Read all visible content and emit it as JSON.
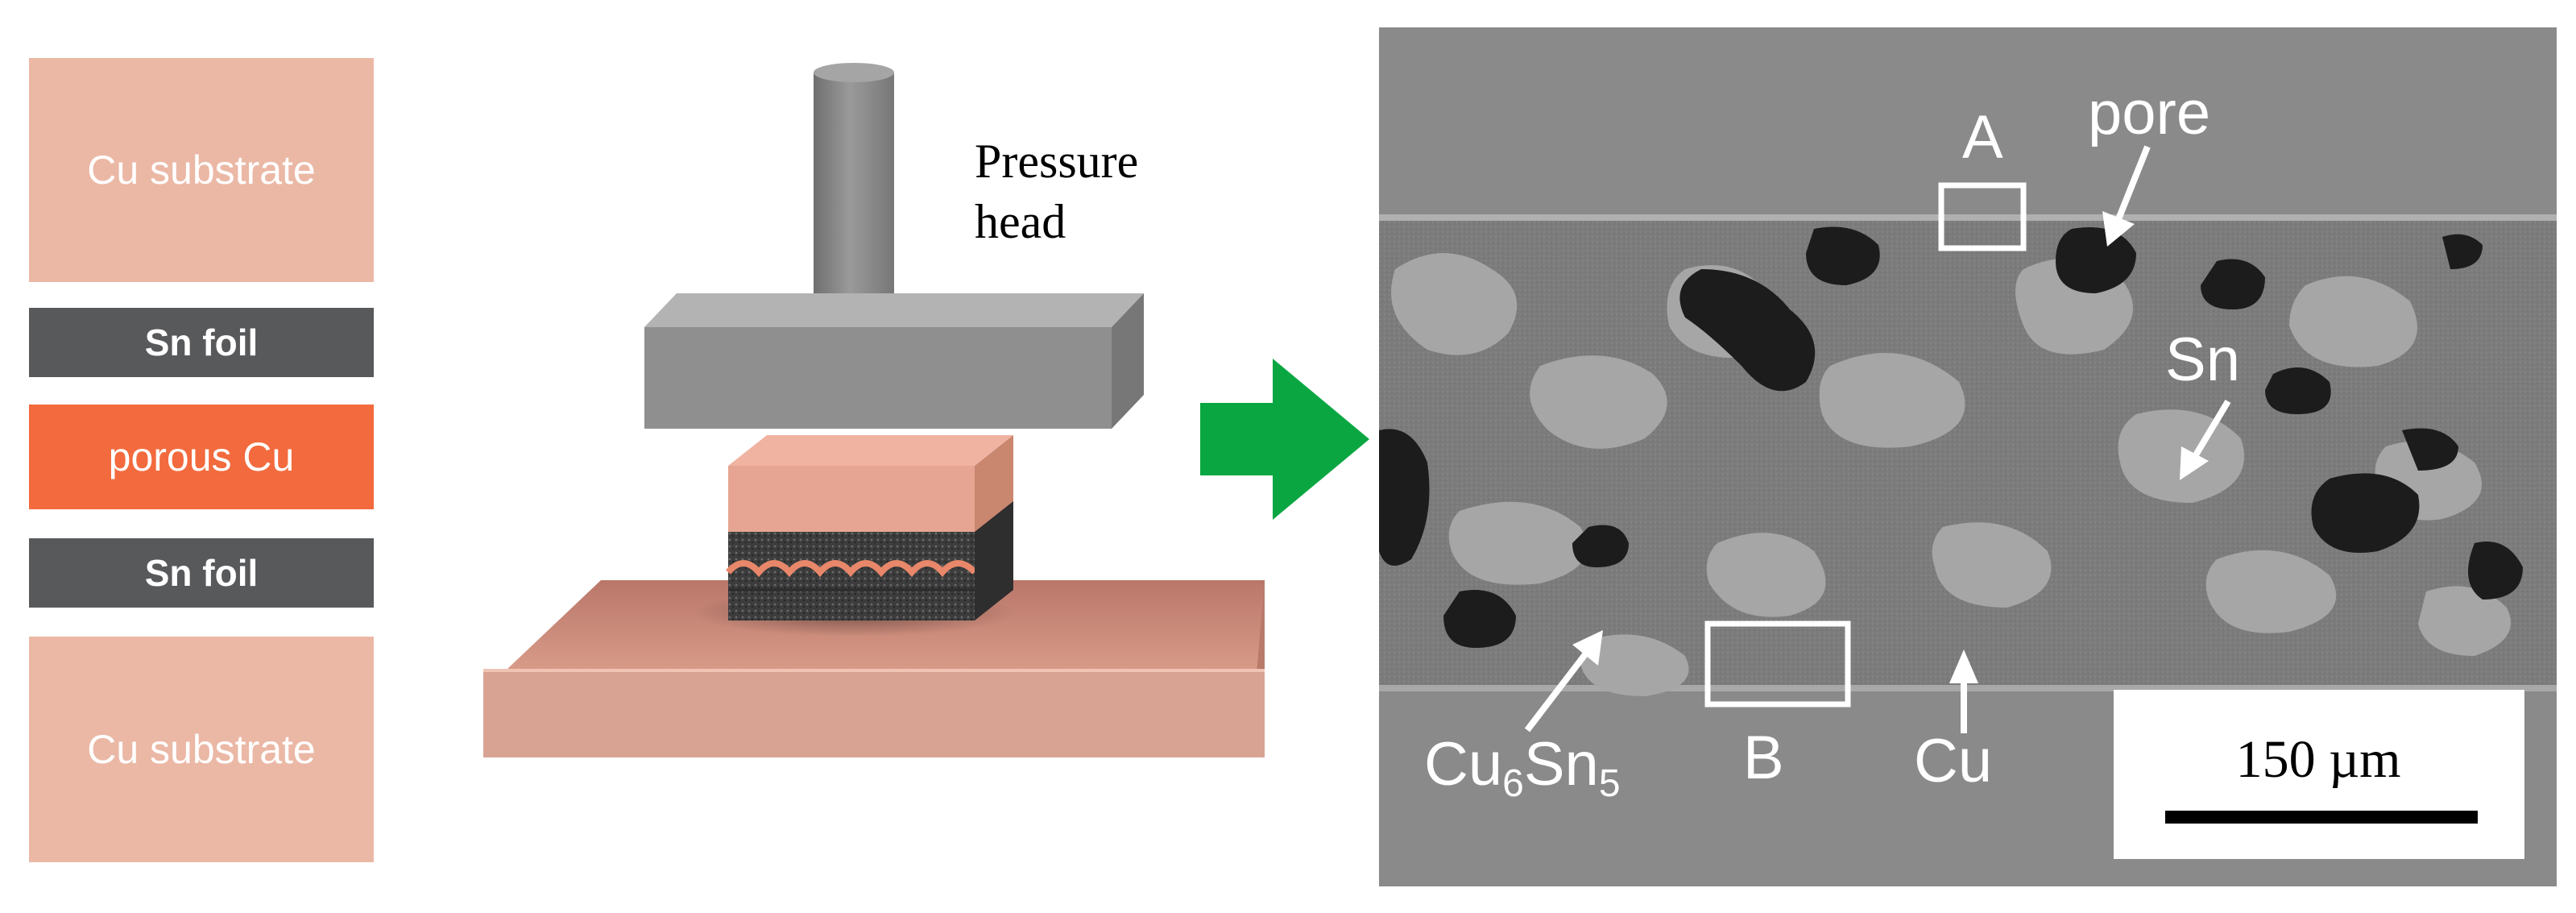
{
  "layer_stack": {
    "layers": [
      {
        "label": "Cu substrate",
        "color": "#ebb8a6"
      },
      {
        "label": "Sn foil",
        "color": "#58595b"
      },
      {
        "label": "porous Cu",
        "color": "#f26a3d"
      },
      {
        "label": "Sn foil",
        "color": "#58595b"
      },
      {
        "label": "Cu substrate",
        "color": "#ebb8a6"
      }
    ]
  },
  "press_illustration": {
    "label_line1": "Pressure",
    "label_line2": "head",
    "head_color": "#8f8f8f",
    "sample_color": "#e6a592",
    "base_color": "#cc8a78"
  },
  "arrow": {
    "color": "#0aa642"
  },
  "micrograph": {
    "labels": {
      "region_a": "A",
      "region_b": "B",
      "pore": "pore",
      "sn": "Sn",
      "cu6sn5_base": "Cu",
      "cu6sn5_sub1": "6",
      "cu6sn5_mid": "Sn",
      "cu6sn5_sub2": "5",
      "cu": "Cu"
    },
    "scale_bar": {
      "label": "150 µm"
    }
  }
}
